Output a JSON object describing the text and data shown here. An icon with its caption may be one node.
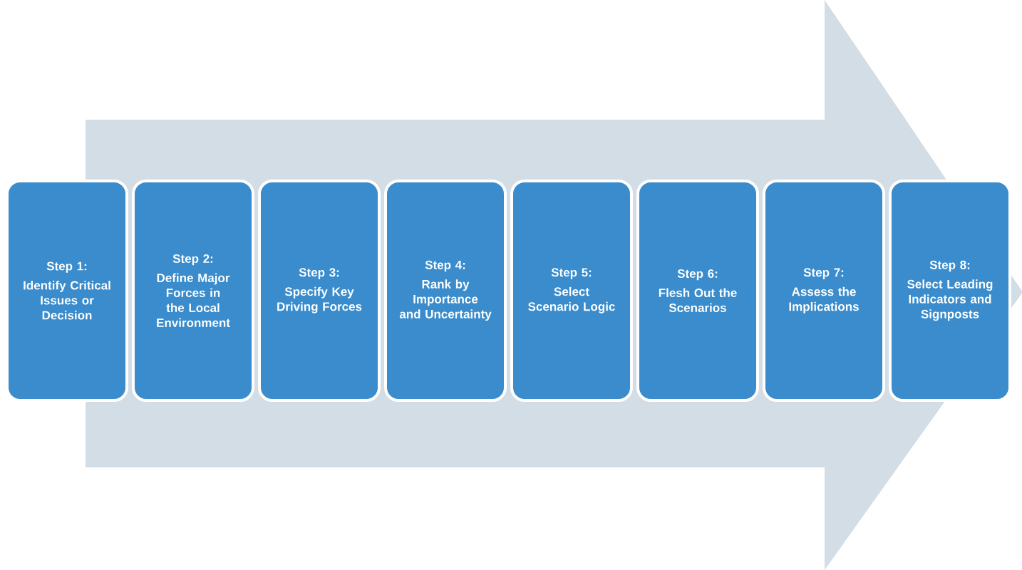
{
  "diagram": {
    "nodes": [
      {
        "text": [
          "Step 1:",
          "Identify Critical Issues or Decision"
        ]
      },
      {
        "text": [
          "Step 2:",
          "Define Major Forces in the Local Environment"
        ]
      },
      {
        "text": [
          "Step 3:",
          "Specify Key Driving Forces"
        ]
      },
      {
        "text": [
          "Step 4:",
          "Rank by Importance and Uncertainty"
        ]
      },
      {
        "text": [
          "Step 5:",
          "Select Scenario Logic"
        ]
      },
      {
        "text": [
          "Step 6:",
          "Flesh Out the Scenarios"
        ]
      },
      {
        "text": [
          "Step 7:",
          "Assess the Implications"
        ]
      },
      {
        "text": [
          "Step 8:",
          "Select Leading Indicators and Signposts"
        ]
      }
    ],
    "edges": [
      {
        "from": 0,
        "to": 7,
        "arrow": "to"
      }
    ]
  }
}
